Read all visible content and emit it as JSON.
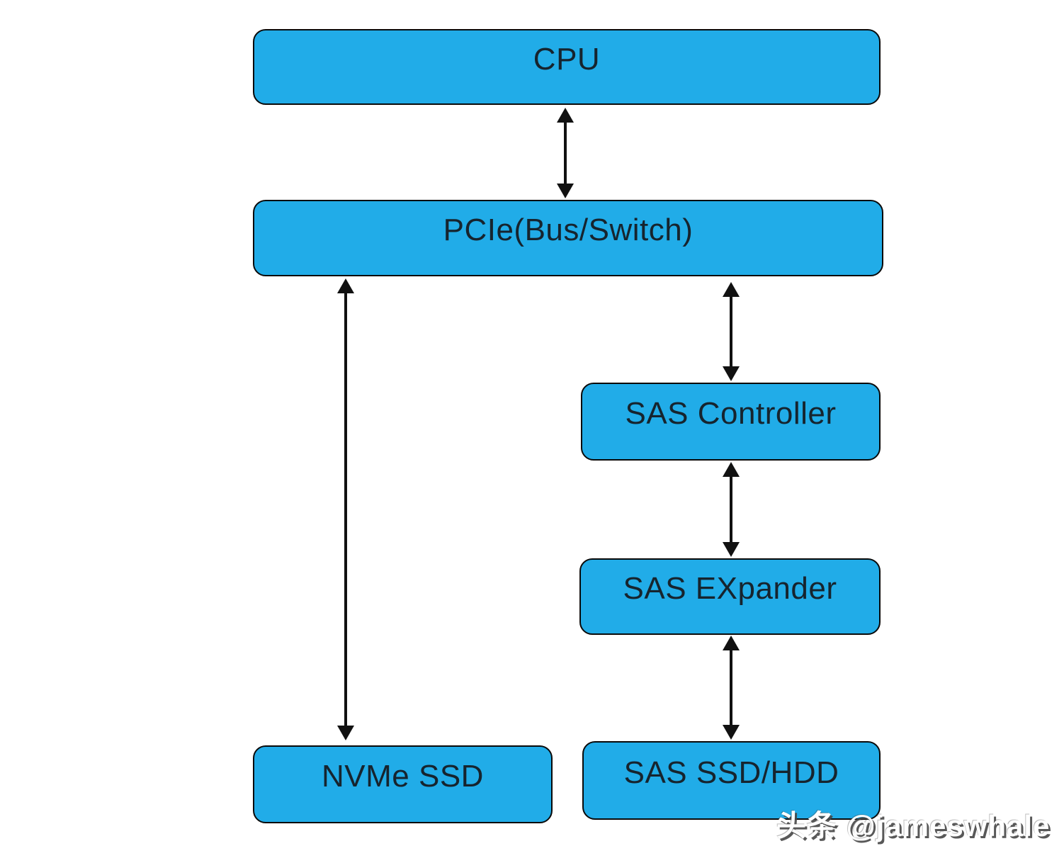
{
  "diagram": {
    "type": "flowchart",
    "nodes": [
      {
        "id": "cpu",
        "label": "CPU"
      },
      {
        "id": "pcie",
        "label": "PCIe(Bus/Switch)"
      },
      {
        "id": "sas-controller",
        "label": "SAS Controller"
      },
      {
        "id": "sas-expander",
        "label": "SAS EXpander"
      },
      {
        "id": "nvme-ssd",
        "label": "NVMe SSD"
      },
      {
        "id": "sas-ssd-hdd",
        "label": "SAS SSD/HDD"
      }
    ],
    "edges": [
      {
        "from": "cpu",
        "to": "pcie",
        "style": "double-arrow"
      },
      {
        "from": "pcie",
        "to": "nvme-ssd",
        "style": "double-arrow"
      },
      {
        "from": "pcie",
        "to": "sas-controller",
        "style": "double-arrow"
      },
      {
        "from": "sas-controller",
        "to": "sas-expander",
        "style": "double-arrow"
      },
      {
        "from": "sas-expander",
        "to": "sas-ssd-hdd",
        "style": "double-arrow"
      }
    ],
    "colors": {
      "node_fill": "#21ACE8",
      "node_border": "#0A0A0A",
      "node_text": "#16242E",
      "arrow": "#111111",
      "background": "#FFFFFF"
    }
  },
  "watermark": {
    "text": "头条 @jameswhale",
    "color": "#FFFFFF"
  }
}
